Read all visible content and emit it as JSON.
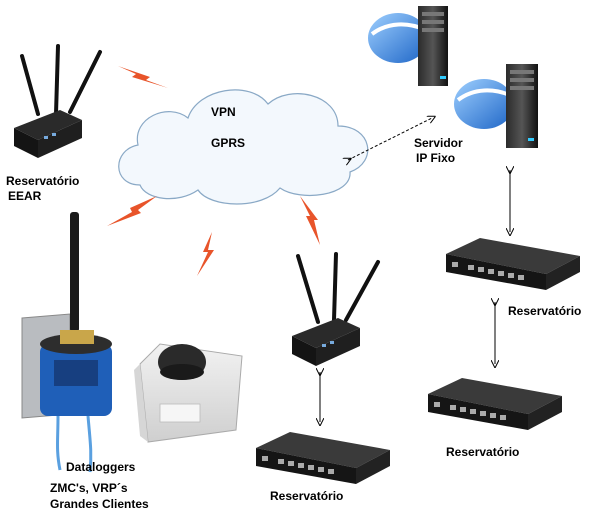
{
  "cloud": {
    "line1": "VPN",
    "line2": "GPRS"
  },
  "labels": {
    "router_top_left_1": "Reservatório",
    "router_top_left_2": "EEAR",
    "server_1": "Servidor",
    "server_2": "IP Fixo",
    "switch_right_top": "Reservatório",
    "switch_right_bottom": "Reservatório",
    "switch_bottom_center": "Reservatório",
    "dataloggers_1": "Dataloggers",
    "dataloggers_2": "ZMC's, VRP´s",
    "dataloggers_3": "Grandes Clientes"
  },
  "colors": {
    "lightning": "#e8542a",
    "cloud_fill": "#f3f8fd",
    "cloud_stroke": "#8aa9c6",
    "device_dark": "#1b1b1b",
    "server_blue": "#2f7fd6"
  },
  "icons": [
    "router-icon",
    "server-icon",
    "switch-icon",
    "lightning-icon",
    "datalogger-icon",
    "cloud-icon"
  ]
}
